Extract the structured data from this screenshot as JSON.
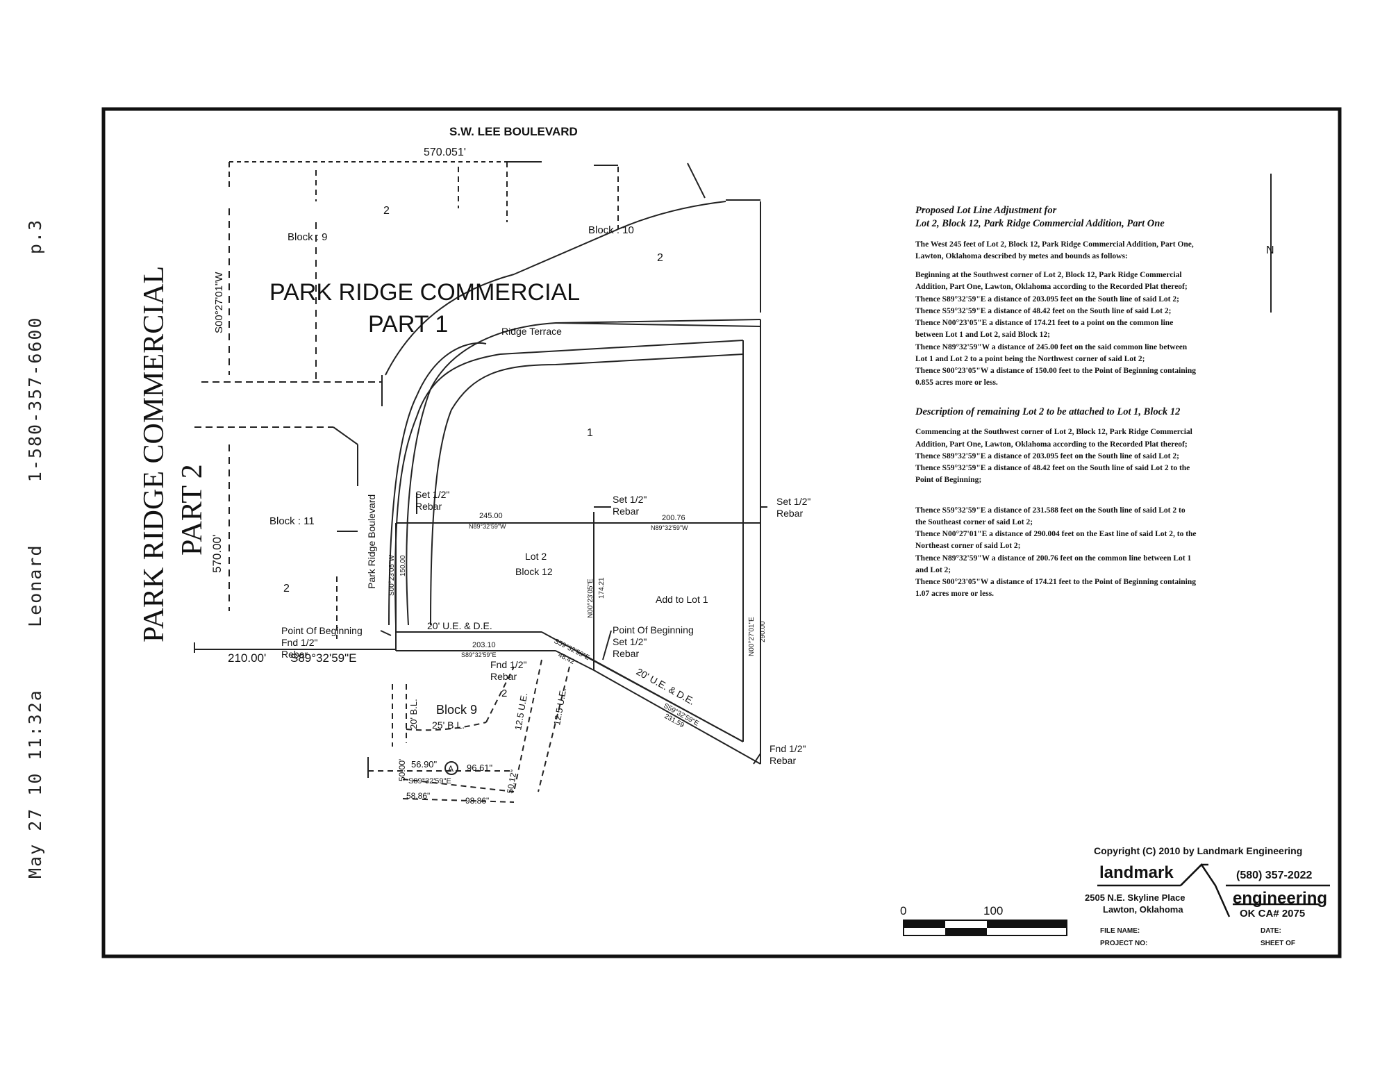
{
  "fax_header": {
    "date": "May 27 10 11:32a",
    "sender": "Leonard",
    "phone": "1-580-357-6600",
    "page": "p.3"
  },
  "plat": {
    "street_north": "S.W.  LEE   BOULEVARD",
    "dim_north": "570.051'",
    "subdivision_1": "PARK RIDGE COMMERCIAL",
    "subdivision_1_part": "PART 1",
    "subdivision_2": "PARK RIDGE COMMERCIAL",
    "subdivision_2_part": "PART 2",
    "ridge_terrace": "Ridge Terrace",
    "park_ridge_blvd": "Park Ridge Boulevard",
    "block9_top": "Block : 9",
    "block10_top": "Block : 10",
    "block11": "Block : 11",
    "block9_bottom": "Block 9",
    "lot_2a": "2",
    "lot_2b": "2",
    "lot_2c": "2",
    "lot_1": "1",
    "lot_2d": "2",
    "west_bearing_top": "S00°27'01\"W",
    "west_dim": "570.00'",
    "south_left_dim": "210.00'",
    "south_left_bearing": "S89°32'59\"E",
    "lot2_label": "Lot 2",
    "block12_label": "Block  12",
    "add_to_lot": "Add to Lot 1",
    "set_rebar_1": "Set 1/2\"",
    "set_rebar_1b": "Rebar",
    "set_rebar_2": "Set 1/2\"",
    "set_rebar_2b": "Rebar",
    "set_rebar_3": "Set 1/2\"",
    "set_rebar_3b": "Rebar",
    "dim_245": "245.00",
    "bearing_245": "N89°32'59\"W",
    "dim_20076": "200.76",
    "bearing_20076": "N89°32'59\"W",
    "west_lot_bearing": "S00°23'05\"W",
    "west_lot_dim": "150.00",
    "mid_bearing": "N00°23'05\"E",
    "mid_dim": "174.21",
    "east_bearing": "N00°27'01\"E",
    "east_dim": "290.00",
    "pob_left_1": "Point Of Beginning",
    "pob_left_2": "Fnd  1/2\"",
    "pob_left_3": "Rebar",
    "ue_de_1": "20'  U.E. & D.E.",
    "dim_20310": "203.10",
    "bearing_20310": "S89°32'59\"E",
    "seg_bearing": "S59°32'59\"E",
    "seg_dim": "48.42",
    "fnd_rebar_mid_1": "Fnd  1/2\"",
    "fnd_rebar_mid_2": "Rebar",
    "pob_right_1": "Point Of Beginning",
    "pob_right_2": "Set 1/2\"",
    "pob_right_3": "Rebar",
    "ue_de_2": "20'  U.E. & D.E.",
    "diag_bearing": "S59°32'59\"E",
    "diag_dim": "231.59",
    "fnd_rebar_se_1": "Fnd 1/2\"",
    "fnd_rebar_se_2": "Rebar",
    "ue_a": "12.5   U.E.",
    "ue_b": "12.5   U.E.",
    "bl_25": "25' B.L.",
    "dim_20": "20' B.L.",
    "dim_5690": "56.90\"",
    "dim_9661": "96.61\"",
    "bearing_small": "S89°32'59\"E",
    "dim_5886": "58.86\"",
    "dim_9886": "98.86\"",
    "dim_5012": "50.12\"",
    "dim_50": "50.00'",
    "circle_a": "A",
    "north": "N",
    "scale_0": "0",
    "scale_100": "100"
  },
  "description": {
    "title_1": "Proposed Lot Line Adjustment for",
    "title_2": "Lot 2, Block 12, Park Ridge Commercial Addition, Part One",
    "intro_1": "The West 245 feet of Lot 2, Block 12, Park Ridge Commercial Addition, Part One,",
    "intro_2": "Lawton, Oklahoma described by metes and bounds as follows:",
    "p1": [
      "Beginning at the Southwest corner of Lot 2, Block 12,  Park Ridge Commercial",
      "Addition, Part One, Lawton, Oklahoma according to the Recorded Plat thereof;",
      "Thence S89°32'59\"E a distance of 203.095 feet on the South line of said Lot 2;",
      "Thence S59°32'59\"E a distance of 48.42 feet on the South line of said Lot 2;",
      "Thence N00°23'05\"E a distance of 174.21 feet to a point on the common line",
      "between Lot 1 and Lot 2, said Block 12;",
      "Thence N89°32'59\"W a distance of 245.00 feet on the said common line between",
      "Lot 1 and Lot 2 to a point being the Northwest corner of said Lot 2;",
      "Thence S00°23'05\"W a distance of 150.00 feet to the Point of Beginning containing",
      "0.855 acres more or less."
    ],
    "subtitle": "Description of remaining Lot 2 to be attached to Lot 1, Block 12",
    "p2": [
      "Commencing at the Southwest corner of Lot 2, Block 12,  Park Ridge Commercial",
      "Addition, Part One, Lawton, Oklahoma according to the Recorded Plat thereof;",
      "Thence S89°32'59\"E a distance of 203.095 feet on the South line of said Lot 2;",
      "Thence S59°32'59\"E a distance of 48.42 feet on the South line of said Lot 2 to the",
      "Point of Beginning;"
    ],
    "p3": [
      "Thence S59°32'59\"E a distance of 231.588 feet on the South line of said Lot 2 to",
      "the Southeast corner of said Lot 2;",
      "Thence N00°27'01\"E a distance of 290.004 feet on the East line of said Lot 2, to the",
      "Northeast corner of said Lot 2;",
      "Thence N89°32'59\"W a distance of 200.76 feet on the common line between Lot 1",
      "and Lot 2;",
      "Thence S00°23'05\"W a distance of 174.21 feet to the Point of Beginning containing",
      "1.07 acres more or less."
    ]
  },
  "title_block": {
    "copyright": "Copyright  (C)  2010  by  Landmark  Engineering",
    "company_1": "landmark",
    "phone": "(580)  357-2022",
    "address_1": "2505 N.E. Skyline Place",
    "address_2": "Lawton,  Oklahoma",
    "company_2": "engineering",
    "license": "OK  CA# 2075",
    "file_name": "FILE NAME:",
    "project_no": "PROJECT NO:",
    "date": "DATE:",
    "sheet": "SHEET    OF"
  }
}
